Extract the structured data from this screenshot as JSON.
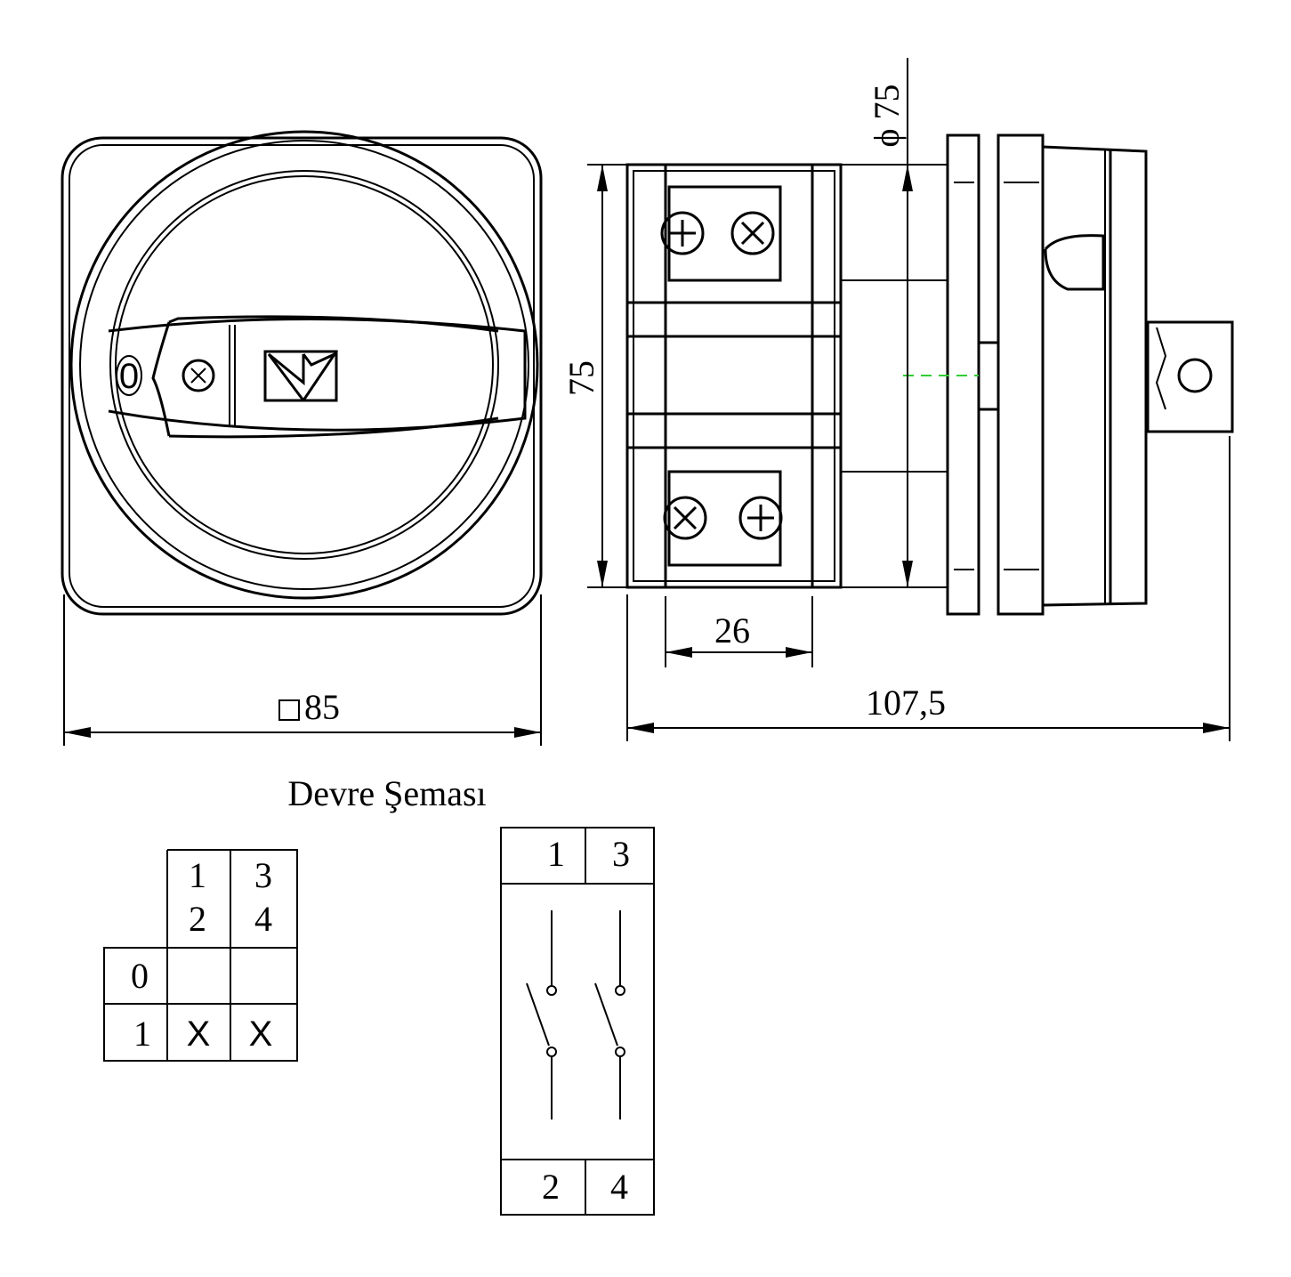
{
  "drawing": {
    "front_view": {
      "handle_position_label": "0",
      "logo_text": "M"
    },
    "dimensions": {
      "diameter": "ϕ 75",
      "height": "75",
      "terminal_width": "26",
      "square": "85",
      "depth": "107,5"
    },
    "circuit": {
      "title": "Devre Şeması",
      "switch_table": {
        "columns": [
          {
            "top": "1",
            "bottom": "2"
          },
          {
            "top": "3",
            "bottom": "4"
          }
        ],
        "rows": [
          {
            "position": "0",
            "cells": [
              "",
              ""
            ]
          },
          {
            "position": "1",
            "cells": [
              "X",
              "X"
            ]
          }
        ]
      },
      "schematic": {
        "top_terminals": [
          "1",
          "3"
        ],
        "bottom_terminals": [
          "2",
          "4"
        ]
      }
    },
    "colors": {
      "line": "#000000",
      "centerline": "#33cc33"
    }
  }
}
